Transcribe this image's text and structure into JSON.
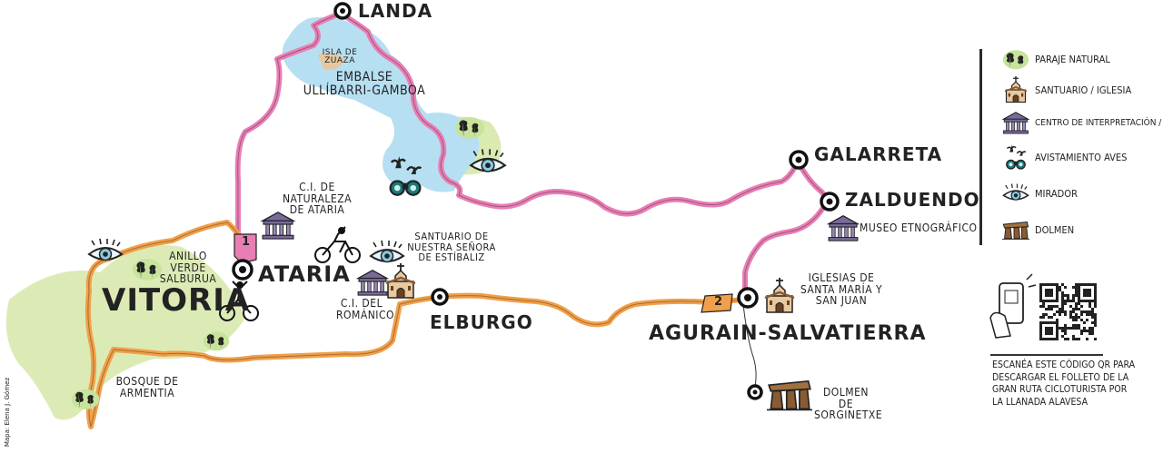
{
  "places": {
    "landa": "LANDA",
    "isla": "ISLA DE ZUAZA",
    "embalse": "EMBALSE ULLÍBARRI-GAMBOA",
    "ci_ataria": "C.I. DE NATURALEZA DE ATARIA",
    "ataria": "ATARIA",
    "anillo": "ANILLO VERDE SALBURUA",
    "vitoria": "VITORIA",
    "bosque": "BOSQUE DE ARMENTIA",
    "santuario": "SANTUARIO DE NUESTRA SEÑORA DE ESTÍBALIZ",
    "ci_romanico": "C.I. DEL ROMÁNICO",
    "elburgo": "ELBURGO",
    "galarreta": "GALARRETA",
    "zalduendo": "ZALDUENDO",
    "museo": "MUSEO ETNOGRÁFICO",
    "agurain": "AGURAIN-SALVATIERRA",
    "iglesias": "IGLESIAS DE SANTA MARÍA Y SAN JUAN",
    "dolmen": "DOLMEN DE SORGINETXE"
  },
  "stage_markers": {
    "one": "1",
    "two": "2"
  },
  "legend": {
    "items": [
      {
        "icon": "tree-icon",
        "label": "PARAJE NATURAL"
      },
      {
        "icon": "church-icon",
        "label": "SANTUARIO / IGLESIA"
      },
      {
        "icon": "museum-icon",
        "label": "CENTRO DE INTERPRETACIÓN / MUSEO"
      },
      {
        "icon": "bird-binoculars-icon",
        "label": "AVISTAMIENTO AVES"
      },
      {
        "icon": "eye-icon",
        "label": "MIRADOR"
      },
      {
        "icon": "dolmen-icon",
        "label": "DOLMEN"
      }
    ]
  },
  "qr": {
    "text": "ESCANÉA ESTE CÓDIGO QR PARA DESCARGAR EL FOLLETO DE LA GRAN RUTA CICLOTURISTA POR LA LLANADA ALAVESA"
  },
  "credit": "Mapa: Elena J. Gómez",
  "colors": {
    "stage1": "#e87fb4",
    "stage2": "#f0a04b",
    "water": "#b6dff2",
    "green": "#d6e8a8",
    "stone": "#8a5a32",
    "museum": "#7a6a9a"
  }
}
